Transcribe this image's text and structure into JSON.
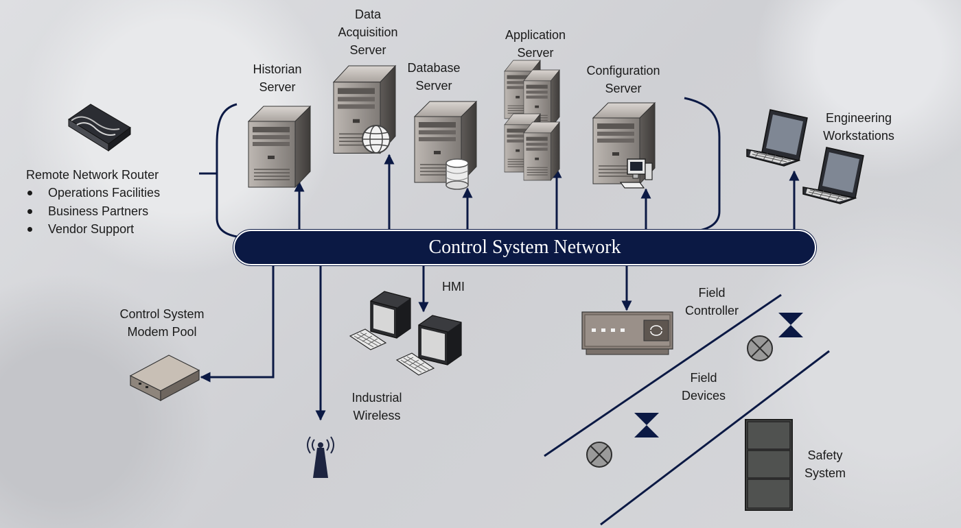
{
  "network": {
    "label": "Control System Network"
  },
  "nodes": {
    "historian": {
      "line1": "Historian",
      "line2": "Server"
    },
    "data_acquisition": {
      "line1": "Data",
      "line2": "Acquisition",
      "line3": "Server"
    },
    "database": {
      "line1": "Database",
      "line2": "Server"
    },
    "application": {
      "line1": "Application",
      "line2": "Server"
    },
    "configuration": {
      "line1": "Configuration",
      "line2": "Server"
    },
    "engineering": {
      "line1": "Engineering",
      "line2": "Workstations"
    },
    "router": {
      "title": "Remote Network Router",
      "items": [
        "Operations Facilities",
        "Business Partners",
        "Vendor Support"
      ]
    },
    "modem_pool": {
      "line1": "Control System",
      "line2": "Modem Pool"
    },
    "hmi": {
      "label": "HMI"
    },
    "wireless": {
      "line1": "Industrial",
      "line2": "Wireless"
    },
    "field_controller": {
      "line1": "Field",
      "line2": "Controller"
    },
    "field_devices": {
      "line1": "Field",
      "line2": "Devices"
    },
    "safety": {
      "line1": "Safety",
      "line2": "System"
    }
  },
  "colors": {
    "network_fill": "#0b1944",
    "connector": "#0b1944",
    "server_body": "#8f8a86",
    "device_fill": "#4a4c4a"
  },
  "icons": [
    "server-icon",
    "globe-icon",
    "database-cylinder-icon",
    "server-rack-icon",
    "desktop-computer-icon",
    "laptop-icon",
    "router-icon",
    "modem-icon",
    "crt-monitor-icon",
    "keyboard-icon",
    "antenna-icon",
    "field-controller-icon",
    "valve-icon",
    "instrument-icon",
    "safety-cabinet-icon"
  ]
}
